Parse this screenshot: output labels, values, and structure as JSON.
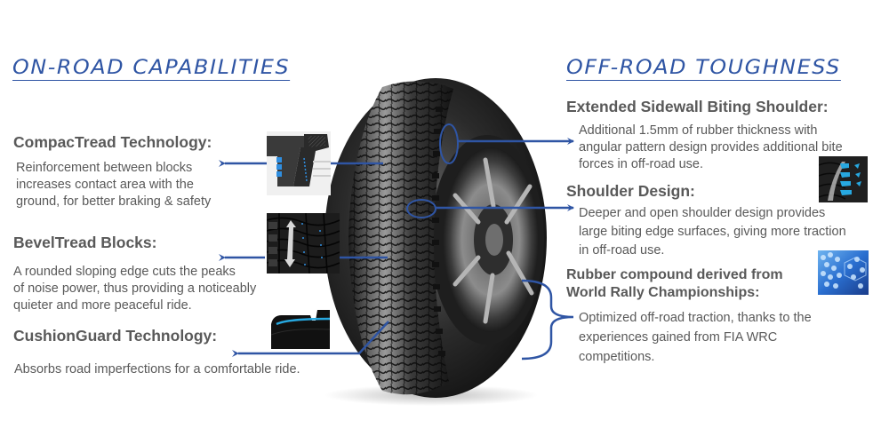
{
  "on_road": {
    "title": "ON-ROAD CAPABILITIES",
    "features": [
      {
        "title": "CompacTread Technology:",
        "desc_lines": [
          "Reinforcement between blocks",
          "increases contact area with  the",
          "ground,  for better braking  & safety"
        ]
      },
      {
        "title": "BevelTread Blocks:",
        "desc_lines": [
          "A rounded sloping edge cuts the peaks",
          "of noise power, thus providing  a noticeably",
          "quieter and more peaceful ride."
        ]
      },
      {
        "title": "CushionGuard Technology:",
        "desc_lines": [
          "Absorbs road imperfections for a comfortable ride."
        ]
      }
    ]
  },
  "off_road": {
    "title": "OFF-ROAD TOUGHNESS",
    "features": [
      {
        "title": "Extended Sidewall Biting Shoulder:",
        "desc_lines": [
          "Additional  1.5mm of rubber thickness with",
          "angular pattern design provides additional bite",
          "forces in off-road use."
        ]
      },
      {
        "title": "Shoulder Design:",
        "desc_lines": [
          "Deeper and open shoulder design provides",
          "large biting edge surfaces, giving more traction",
          "in off-road use."
        ]
      },
      {
        "title_lines": [
          "Rubber compound derived from",
          "World Rally Championships:"
        ],
        "desc_lines": [
          "Optimized off-road traction, thanks to the",
          "experiences gained from FIA WRC",
          "competitions."
        ]
      }
    ]
  },
  "colors": {
    "accent": "#2f55a4",
    "text": "#595959",
    "highlight": "#27a8e0"
  },
  "icons": {
    "tire": "tire-image",
    "compactread": "tread-block-diagram",
    "beveltread": "tread-closeup-arrow",
    "cushionguard": "tread-cross-section",
    "shoulder": "shoulder-blocks-image",
    "rubber": "hexagon-compound-image"
  }
}
